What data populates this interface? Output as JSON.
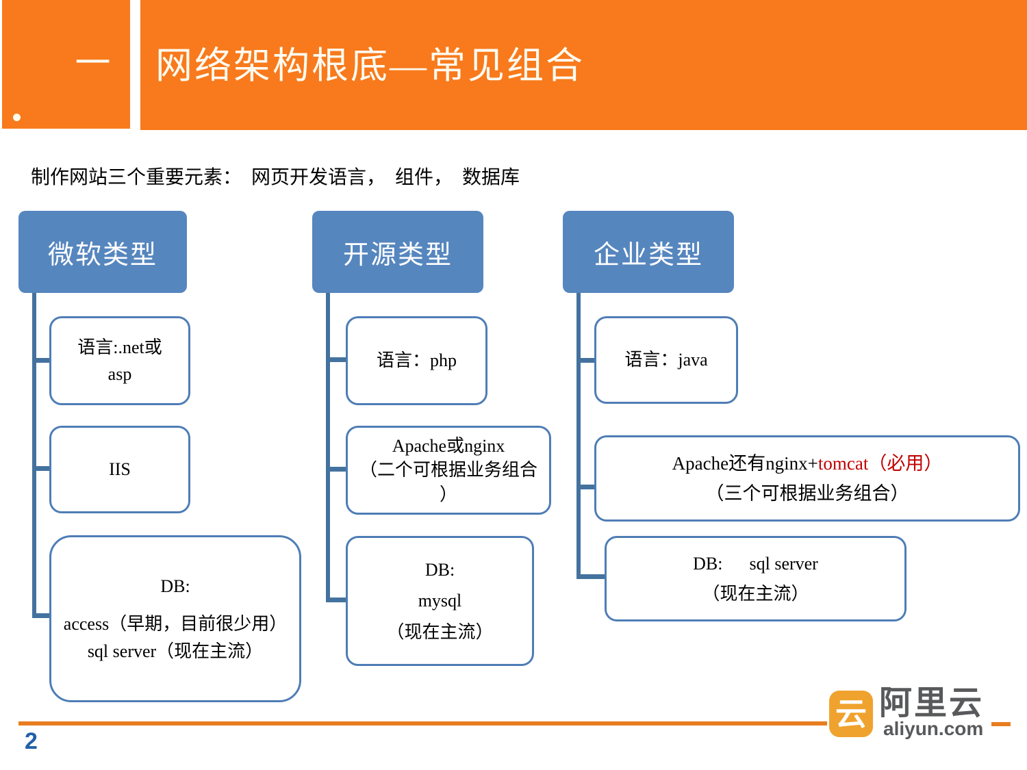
{
  "header": {
    "index_label": "一",
    "title": "网络架构根底—常见组合"
  },
  "intro": "制作网站三个重要元素：　网页开发语言，　组件，　数据库",
  "columns": [
    {
      "title": "微软类型",
      "children": [
        {
          "lines": [
            "语言:.net或",
            "asp"
          ]
        },
        {
          "lines": [
            "IIS"
          ]
        },
        {
          "lines": [
            "DB:",
            "access（早期，目前很少用）",
            "sql server（现在主流）"
          ]
        }
      ]
    },
    {
      "title": "开源类型",
      "children": [
        {
          "lines": [
            "语言：php"
          ]
        },
        {
          "lines": [
            "Apache或nginx",
            "（二个可根据业务组合",
            "）"
          ]
        },
        {
          "lines": [
            "DB:",
            "mysql",
            "（现在主流）"
          ]
        }
      ]
    },
    {
      "title": "企业类型",
      "children": [
        {
          "lines": [
            "语言：java"
          ]
        },
        {
          "line1_black": "Apache还有nginx+",
          "line1_red": "tomcat（必用）",
          "line2": "（三个可根据业务组合）"
        },
        {
          "lines": [
            "DB:      sql server",
            "（现在主流）"
          ]
        }
      ]
    }
  ],
  "footer": {
    "page_number": "2",
    "logo_glyph": "云",
    "logo_text_cn": "阿里云",
    "logo_text_en": "aliyun.com"
  },
  "colors": {
    "accent_orange": "#F87A1C",
    "rule_orange": "#E87D20",
    "box_blue": "#5686BE",
    "border_blue": "#4E7DB5",
    "connector_blue": "#44729E",
    "red_text": "#C00000",
    "page_number_blue": "#2060A7",
    "logo_orange": "#F0A22F",
    "logo_gray": "#58595B"
  }
}
